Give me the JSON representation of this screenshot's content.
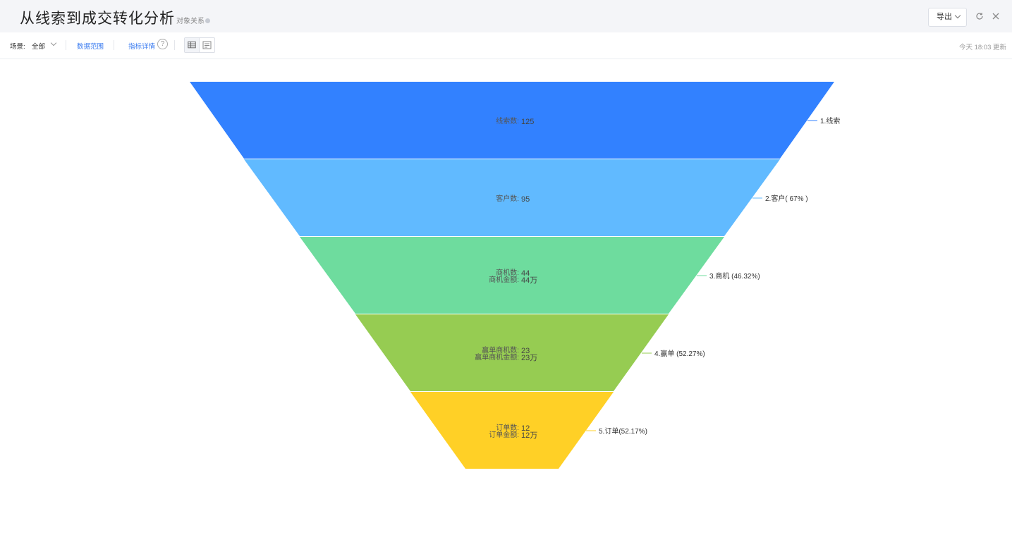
{
  "header": {
    "title": "从线索到成交转化分析",
    "relation_link": "对象关系",
    "export_label": "导出",
    "refresh_icon": "refresh-icon",
    "close_icon": "close-icon"
  },
  "toolbar": {
    "scene_label": "场景:",
    "scene_value": "全部",
    "data_range": "数据范围",
    "metric_detail": "指标详情",
    "help_icon": "question-icon",
    "view_table_icon": "table-icon",
    "view_text_icon": "text-list-icon",
    "updated": "今天 18:03 更新"
  },
  "colors": {
    "stage1": "#3281ff",
    "stage2": "#61baff",
    "stage3": "#6edc9e",
    "stage4": "#96cc52",
    "stage5": "#ffd026"
  },
  "chart_data": {
    "type": "funnel",
    "stages": [
      {
        "name": "1.线索",
        "percent": "",
        "color": "#3281ff",
        "metrics": [
          {
            "label": "线索数:",
            "value": "125"
          }
        ]
      },
      {
        "name": "2.客户",
        "percent": "( 67% )",
        "color": "#61baff",
        "metrics": [
          {
            "label": "客户数:",
            "value": "95"
          }
        ]
      },
      {
        "name": "3.商机",
        "percent": " (46.32%)",
        "color": "#6edc9e",
        "metrics": [
          {
            "label": "商机数:",
            "value": "44"
          },
          {
            "label": "商机金额:",
            "value": "44万"
          }
        ]
      },
      {
        "name": "4.赢单",
        "percent": " (52.27%)",
        "color": "#96cc52",
        "metrics": [
          {
            "label": "赢单商机数:",
            "value": "23"
          },
          {
            "label": "赢单商机金额:",
            "value": "23万"
          }
        ]
      },
      {
        "name": "5.订单",
        "percent": "(52.17%)",
        "color": "#ffd026",
        "metrics": [
          {
            "label": "订单数:",
            "value": "12"
          },
          {
            "label": "订单金额:",
            "value": "12万"
          }
        ]
      }
    ]
  }
}
